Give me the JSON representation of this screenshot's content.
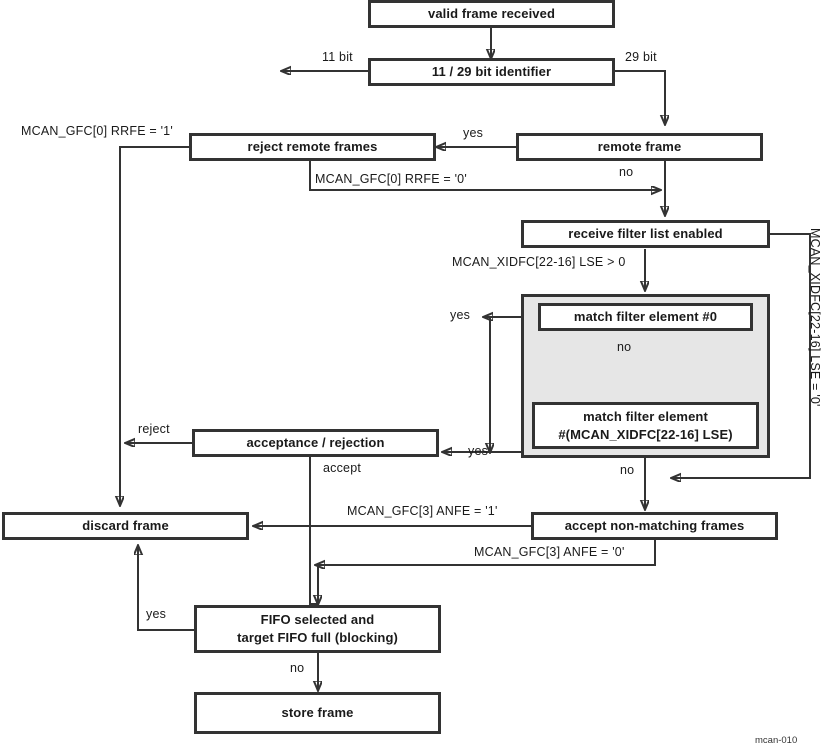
{
  "diagram": {
    "caption": "mcan-010",
    "colors": {
      "line": "#333333",
      "group_fill": "#e6e6e6",
      "node_fill": "#ffffff",
      "text": "#1a1a1a"
    },
    "nodes": [
      {
        "id": "valid-frame-received",
        "label": "valid frame received"
      },
      {
        "id": "bit-identifier",
        "label": "11 / 29 bit identifier"
      },
      {
        "id": "reject-remote-frames",
        "label": "reject remote frames"
      },
      {
        "id": "remote-frame",
        "label": "remote frame"
      },
      {
        "id": "receive-filter-list-enabled",
        "label": "receive filter list enabled"
      },
      {
        "id": "match-filter-element-0",
        "label": "match filter element #0"
      },
      {
        "id": "match-filter-element-n",
        "label_line1": "match filter element",
        "label_line2": "#(MCAN_XIDFC[22-16] LSE)"
      },
      {
        "id": "acceptance-rejection",
        "label": "acceptance / rejection"
      },
      {
        "id": "discard-frame",
        "label": "discard frame"
      },
      {
        "id": "accept-non-matching-frames",
        "label": "accept non-matching frames"
      },
      {
        "id": "fifo-selected-full",
        "label_line1": "FIFO selected and",
        "label_line2": "target FIFO full (blocking)"
      },
      {
        "id": "store-frame",
        "label": "store frame"
      }
    ],
    "edge_labels": {
      "bit_11": "11 bit",
      "bit_29": "29 bit",
      "remote_yes": "yes",
      "remote_no": "no",
      "rrfe_1": "MCAN_GFC[0] RRFE = '1'",
      "rrfe_0": "MCAN_GFC[0] RRFE = '0'",
      "lse_gt0": "MCAN_XIDFC[22-16] LSE > 0",
      "lse_eq0": "MCAN_XIDFC[22-16] LSE = '0'",
      "match0_yes": "yes",
      "match0_no": "no",
      "matchn_yes": "yes",
      "matchn_no": "no",
      "reject": "reject",
      "accept": "accept",
      "anfe_1": "MCAN_GFC[3] ANFE = '1'",
      "anfe_0": "MCAN_GFC[3] ANFE = '0'",
      "fifo_yes": "yes",
      "fifo_no": "no"
    }
  }
}
